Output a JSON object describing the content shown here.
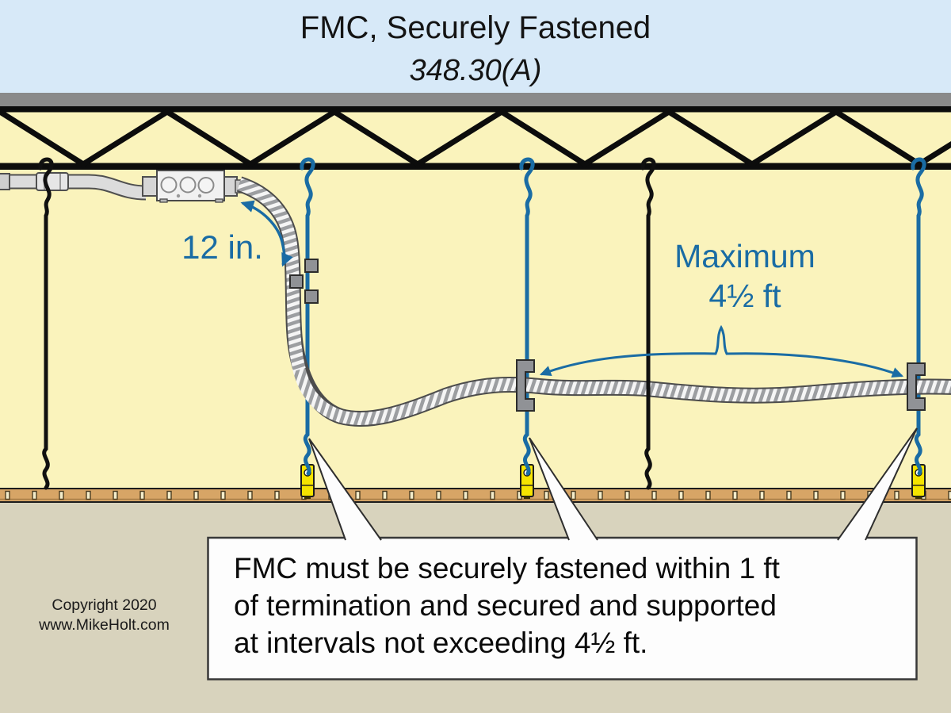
{
  "header": {
    "title_line1": "FMC, Securely Fastened",
    "title_line2": "348.30(A)"
  },
  "annotations": {
    "termination_distance_label": "12 in.",
    "support_interval_line1": "Maximum",
    "support_interval_line2": "4½ ft"
  },
  "callout": {
    "lines": [
      "FMC must be securely fastened within 1 ft",
      "of termination and secured and supported",
      "at intervals not exceeding 4½ ft."
    ]
  },
  "footer": {
    "copyright_line1": "Copyright 2020",
    "copyright_line2": "www.MikeHolt.com"
  },
  "colors": {
    "accent_blue": "#1a6ca4",
    "header_blue": "#d7e9f8",
    "wall_yellow": "#faf3bc",
    "deck_gray": "#8a8a8a",
    "truss_black": "#0c0c0c",
    "grid_track_tan": "#d7a566",
    "floor_beige": "#d8d3bd",
    "anchor_yellow": "#f6e400",
    "clip_gray": "#909296",
    "callout_bg": "#fdfdfd"
  }
}
